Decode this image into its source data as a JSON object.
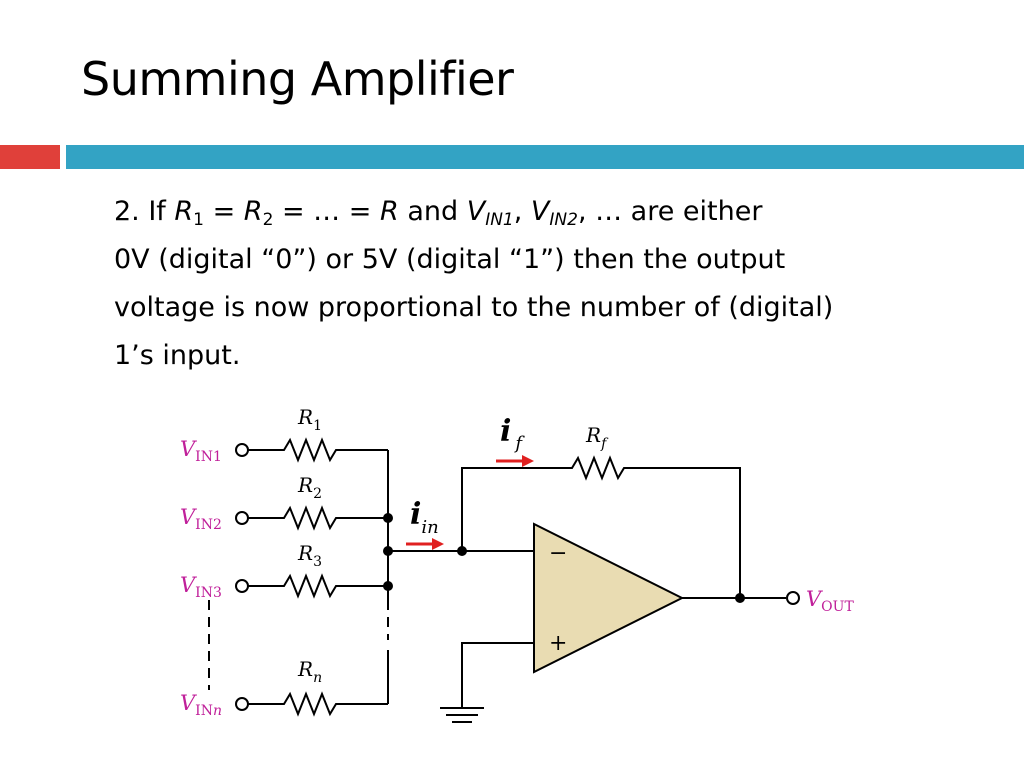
{
  "slide": {
    "title": "Summing Amplifier",
    "colors": {
      "accent_red": "#e0403a",
      "accent_blue": "#33a3c4",
      "vin_label": "#c0209a",
      "current_arrow": "#e02020",
      "opamp_fill": "#e9dcb2"
    }
  },
  "bullet": {
    "number": "2. If ",
    "r1": "R",
    "r1_sub": "1",
    "eq1": " = ",
    "r2": "R",
    "r2_sub": "2",
    "mid": " = … = ",
    "r": "R",
    "and": " and ",
    "v1": "V",
    "v1_sub": "IN1",
    "comma1": ", ",
    "v2": "V",
    "v2_sub": "IN2",
    "tail1": ", … are either",
    "line2": "0V (digital “0”) or 5V  (digital “1”) then the output",
    "line3": "voltage is now proportional to the number of (digital)",
    "line4": "1’s input."
  },
  "circuit": {
    "inputs": [
      {
        "v_main": "V",
        "v_sub": "IN1",
        "r_main": "R",
        "r_sub": "1"
      },
      {
        "v_main": "V",
        "v_sub": "IN2",
        "r_main": "R",
        "r_sub": "2"
      },
      {
        "v_main": "V",
        "v_sub": "IN3",
        "r_main": "R",
        "r_sub": "3"
      },
      {
        "v_main": "V",
        "v_sub": "IN",
        "v_sub_italic": "n",
        "r_main": "R",
        "r_sub": "n"
      }
    ],
    "feedback": {
      "r_main": "R",
      "r_sub": "f"
    },
    "currents": {
      "i_f_main": "i",
      "i_f_sub": "f",
      "i_in_main": "i",
      "i_in_sub": "in"
    },
    "opamp": {
      "minus": "−",
      "plus": "+"
    },
    "output": {
      "main": "V",
      "sub": "OUT"
    }
  }
}
